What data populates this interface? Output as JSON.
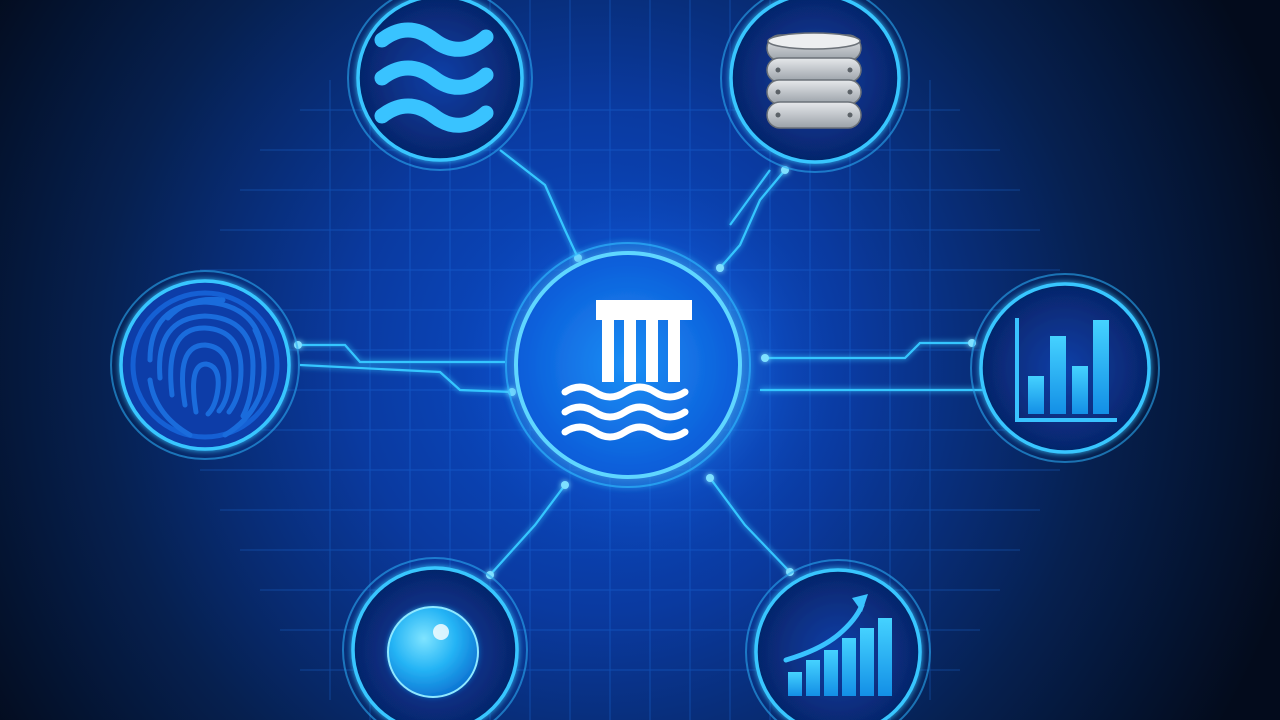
{
  "diagram": {
    "type": "hub-and-spoke",
    "palette": {
      "background_dark": "#030b1c",
      "background_glow": "#0a4fd0",
      "grid": "#1f7cf0",
      "ring": "#33c8ff",
      "accent": "#1ec0ff",
      "icon_light": "#ffffff",
      "disk_gray": "#c9cdd2"
    },
    "hub": {
      "icon": "water-dam-icon"
    },
    "nodes": [
      {
        "position": "top-left",
        "icon": "water-waves-icon"
      },
      {
        "position": "top-right",
        "icon": "database-stack-icon"
      },
      {
        "position": "left",
        "icon": "fingerprint-icon"
      },
      {
        "position": "right",
        "icon": "bar-chart-icon"
      },
      {
        "position": "bottom-left",
        "icon": "sphere-sensor-icon"
      },
      {
        "position": "bottom-right",
        "icon": "growth-chart-icon"
      }
    ]
  }
}
